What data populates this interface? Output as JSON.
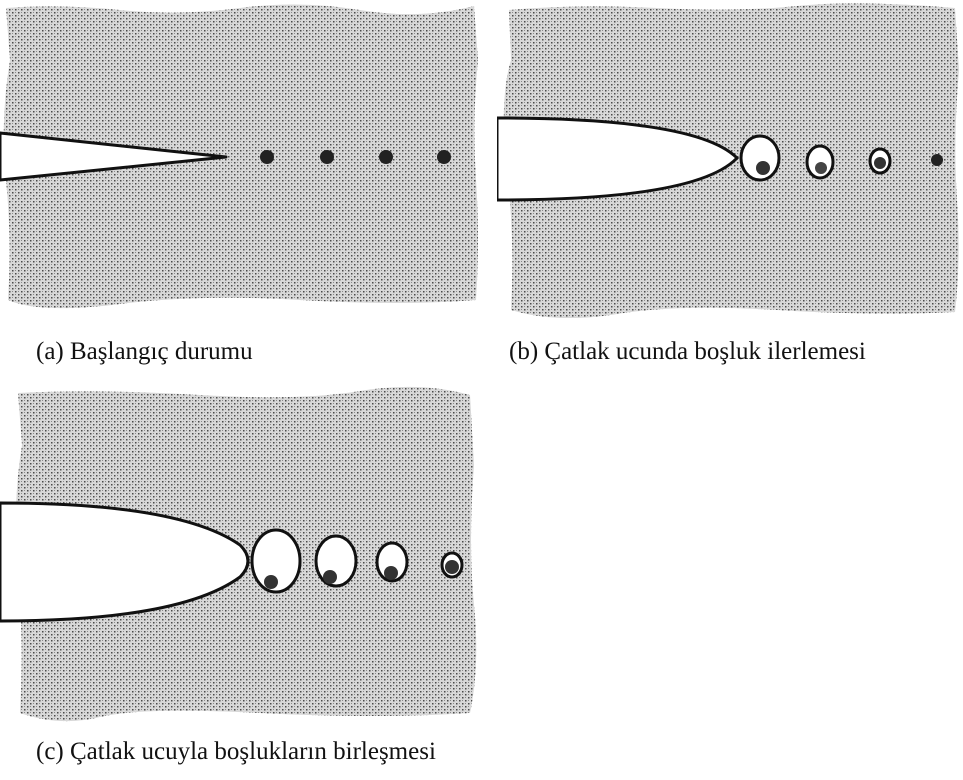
{
  "captions": {
    "a": "(a) Başlangıç durumu",
    "b": "(b) Çatlak ucunda boşluk ilerlemesi",
    "c": "(c) Çatlak ucuyla boşlukların birleşmesi"
  }
}
